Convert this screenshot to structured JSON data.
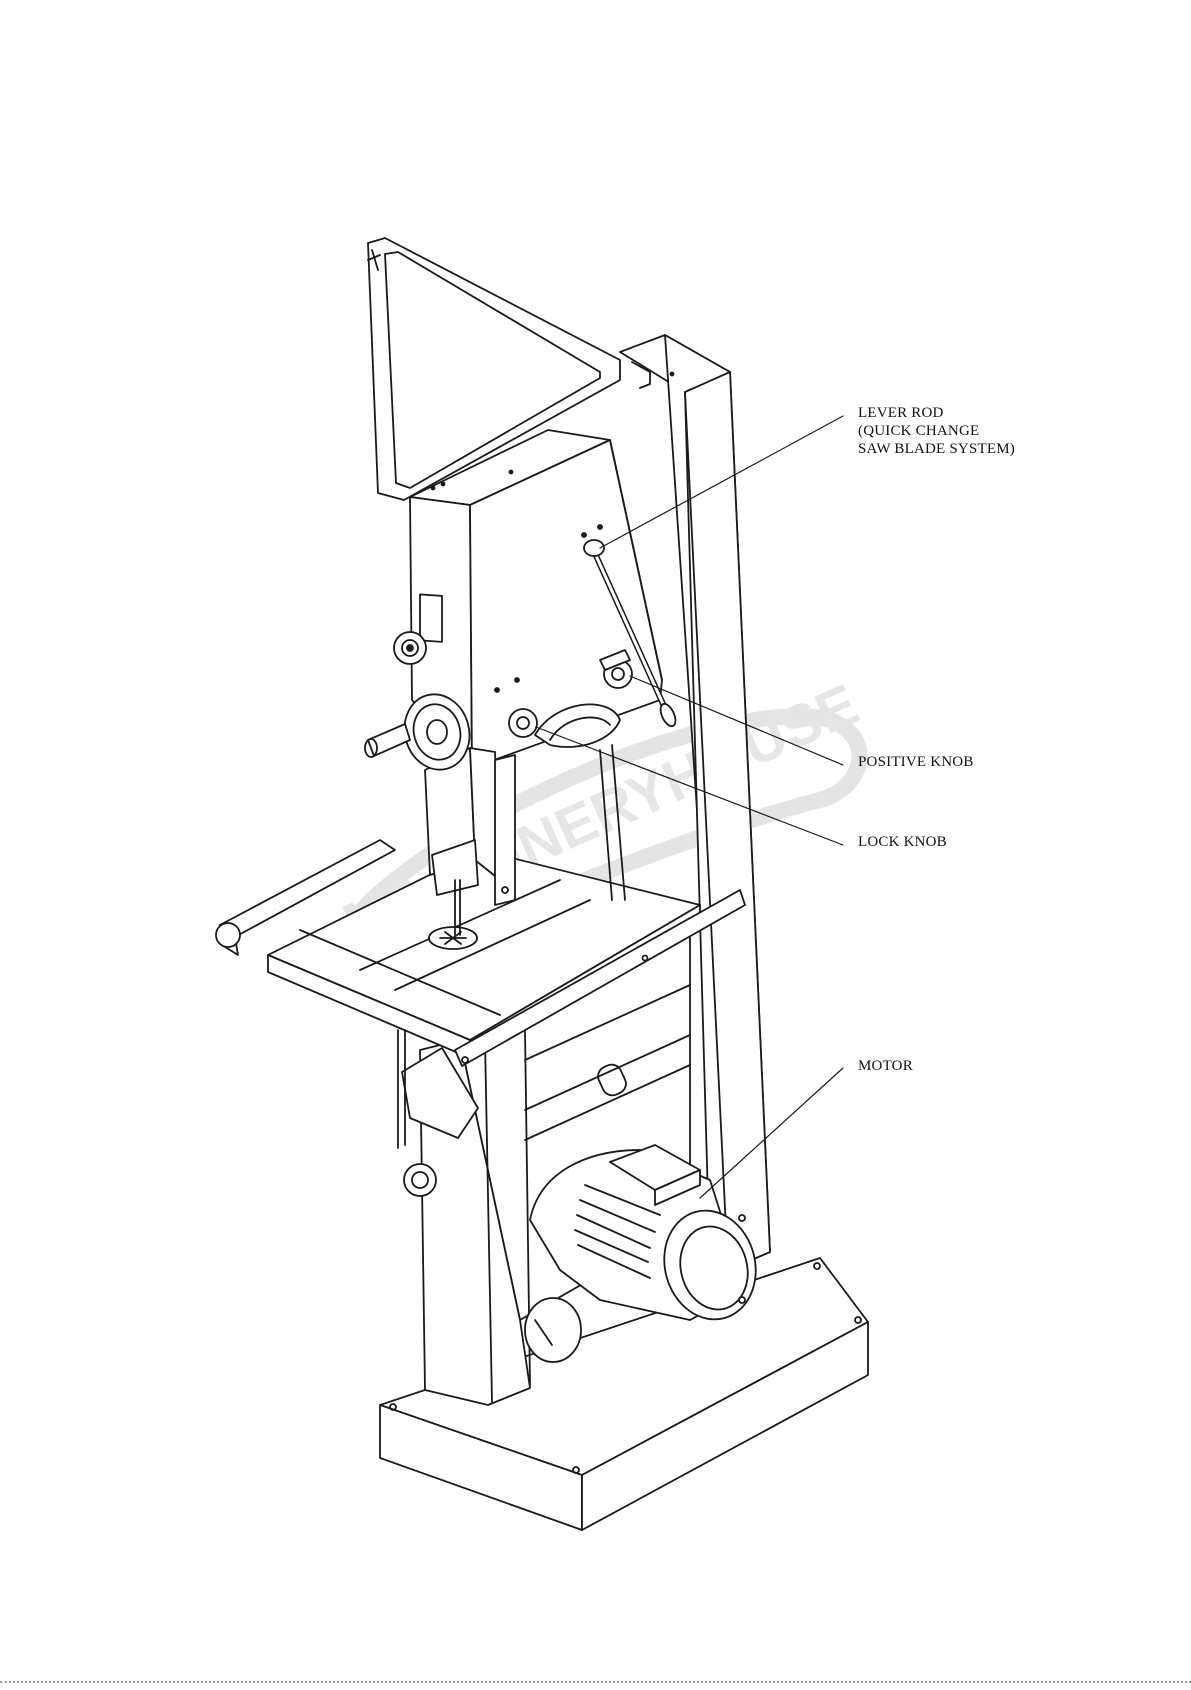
{
  "callouts": {
    "lever_rod": [
      "LEVER ROD",
      "(QUICK CHANGE",
      "SAW BLADE SYSTEM)"
    ],
    "positive_knob": "POSITIVE KNOB",
    "lock_knob": "LOCK KNOB",
    "motor": "MOTOR"
  },
  "watermark": {
    "text": "MACHINERYHOUSE",
    "color": "#e6e6e6"
  },
  "colors": {
    "line": "#1a1a1a",
    "paper": "#ffffff"
  }
}
